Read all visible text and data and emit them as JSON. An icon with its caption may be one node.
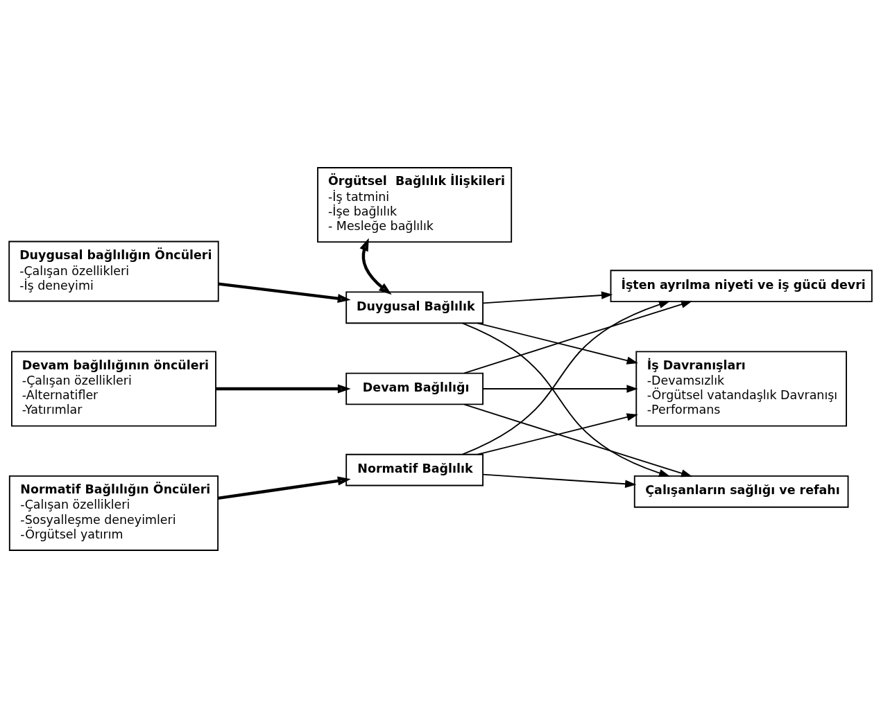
{
  "diagram": {
    "nodes": [
      {
        "text": [
          "Örgütsel  Bağlılık İlişkileri",
          "-İş tatmini",
          "-İşe bağlılık",
          "- Mesleğe bağlılık"
        ]
      },
      {
        "text": [
          "Duygusal bağlılığın Öncüleri",
          "-Çalışan özellikleri",
          "-İş deneyimi"
        ]
      },
      {
        "text": [
          "Duygusal Bağlılık"
        ]
      },
      {
        "text": [
          "İşten ayrılma niyeti ve iş gücü devri"
        ]
      },
      {
        "text": [
          "Devam bağlılığının öncüleri",
          "-Çalışan özellikleri",
          "-Alternatifler",
          "-Yatırımlar"
        ]
      },
      {
        "text": [
          "Devam Bağlılığı"
        ]
      },
      {
        "text": [
          "İş Davranışları",
          "-Devamsızlık",
          "-Örgütsel vatandaşlık Davranışı",
          "-Performans"
        ]
      },
      {
        "text": [
          "Normatif Bağlılığın Öncüleri",
          "-Çalışan özellikleri",
          "-Sosyalleşme deneyimleri",
          "-Örgütsel yatırım"
        ]
      },
      {
        "text": [
          "Normatif Bağlılık"
        ]
      },
      {
        "text": [
          "Çalışanların sağlığı ve refahı"
        ]
      }
    ],
    "edges": [
      {
        "from": 0,
        "to": 2,
        "arrow": "both",
        "style": "thick"
      },
      {
        "from": 1,
        "to": 2,
        "arrow": "to",
        "style": "thick"
      },
      {
        "from": 2,
        "to": 3,
        "arrow": "to"
      },
      {
        "from": 2,
        "to": 6,
        "arrow": "to"
      },
      {
        "from": 2,
        "to": 9,
        "arrow": "to"
      },
      {
        "from": 4,
        "to": 5,
        "arrow": "to",
        "style": "thick"
      },
      {
        "from": 5,
        "to": 3,
        "arrow": "to"
      },
      {
        "from": 5,
        "to": 6,
        "arrow": "to"
      },
      {
        "from": 5,
        "to": 9,
        "arrow": "to"
      },
      {
        "from": 7,
        "to": 8,
        "arrow": "to",
        "style": "thick"
      },
      {
        "from": 8,
        "to": 3,
        "arrow": "to"
      },
      {
        "from": 8,
        "to": 6,
        "arrow": "to"
      },
      {
        "from": 8,
        "to": 9,
        "arrow": "to"
      }
    ]
  }
}
